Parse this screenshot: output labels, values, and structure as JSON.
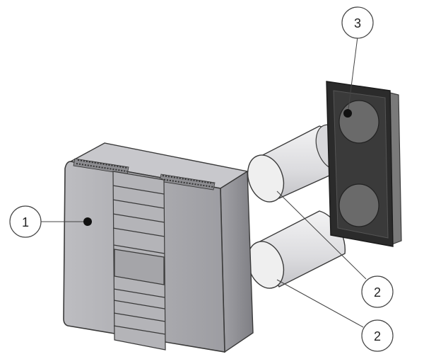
{
  "callouts": [
    {
      "id": "c1",
      "number": "1"
    },
    {
      "id": "c2a",
      "number": "2"
    },
    {
      "id": "c2b",
      "number": "2"
    },
    {
      "id": "c3",
      "number": "3"
    }
  ],
  "colors": {
    "outline": "#3a3a3a",
    "unit_front": "#a9a9ad",
    "unit_side": "#8f8f94",
    "unit_top": "#c6c6ca",
    "duct": "#e6e6e8",
    "grille_frame": "#2b2b2b",
    "grille_hole": "#6a6a6a",
    "callout_bg": "#ffffff"
  }
}
